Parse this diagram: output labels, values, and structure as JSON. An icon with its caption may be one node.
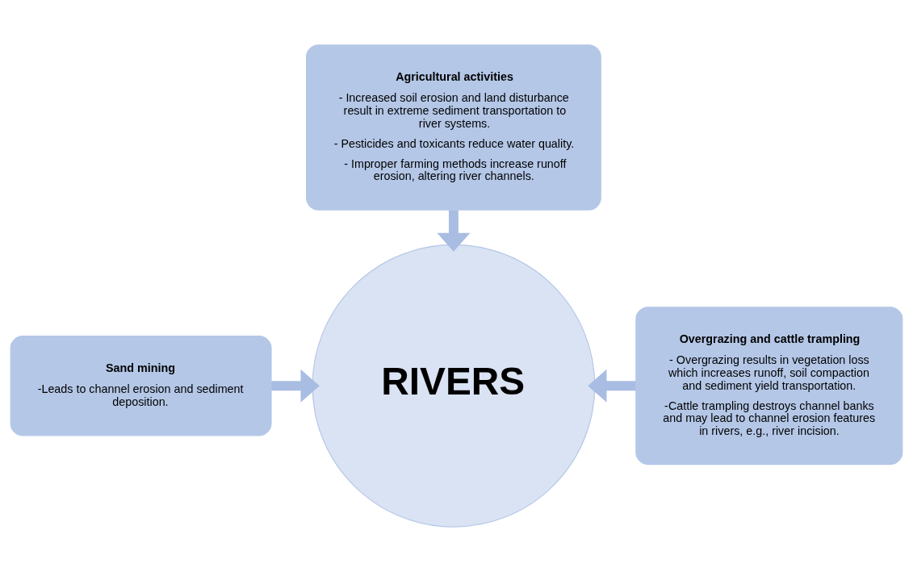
{
  "diagram": {
    "nodes": [
      {
        "text": [
          "Agricultural activities",
          "- Increased soil erosion and land disturbance result in extreme sediment transportation to river systems.",
          "- Pesticides and toxicants reduce water quality.",
          "- Improper farming methods increase runoff erosion, altering river channels."
        ]
      },
      {
        "text": [
          "RIVERS"
        ]
      },
      {
        "text": [
          "Sand mining",
          "-Leads to channel erosion and sediment deposition."
        ]
      },
      {
        "text": [
          "Overgrazing and cattle trampling",
          "- Overgrazing results in vegetation loss which increases runoff, soil compaction and sediment yield transportation.",
          "-Cattle trampling destroys channel banks and may lead to channel erosion features in rivers, e.g., river incision."
        ]
      }
    ],
    "edges": [
      {
        "from": 0,
        "to": 1,
        "arrow": "to"
      },
      {
        "from": 2,
        "to": 1,
        "arrow": "to"
      },
      {
        "from": 3,
        "to": 1,
        "arrow": "to"
      }
    ]
  }
}
